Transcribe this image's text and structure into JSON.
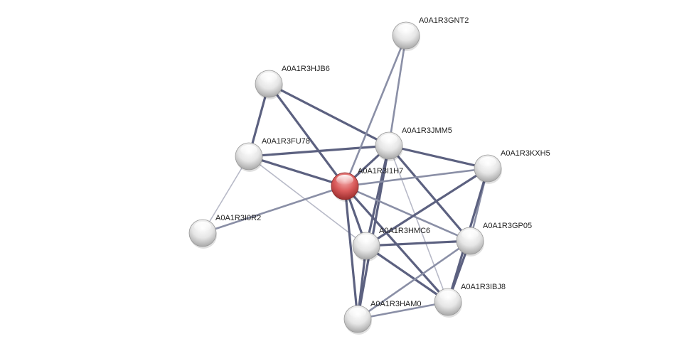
{
  "network": {
    "query_node": "A0A1R3I1H7",
    "colors": {
      "query_node": "#d94a4a",
      "other_node": "#f2f2f2",
      "edge_strong": "#5c6180",
      "edge_medium": "#8a8fa6",
      "edge_weak": "#b8bac8"
    },
    "nodes": [
      {
        "id": "A0A1R3GNT2",
        "label": "A0A1R3GNT2",
        "query": false
      },
      {
        "id": "A0A1R3HJB6",
        "label": "A0A1R3HJB6",
        "query": false
      },
      {
        "id": "A0A1R3JMM5",
        "label": "A0A1R3JMM5",
        "query": false
      },
      {
        "id": "A0A1R3FU78",
        "label": "A0A1R3FU78",
        "query": false
      },
      {
        "id": "A0A1R3KXH5",
        "label": "A0A1R3KXH5",
        "query": false
      },
      {
        "id": "A0A1R3I1H7",
        "label": "A0A1R3I1H7",
        "query": true
      },
      {
        "id": "A0A1R3I0R2",
        "label": "A0A1R3I0R2",
        "query": false
      },
      {
        "id": "A0A1R3HMC6",
        "label": "A0A1R3HMC6",
        "query": false
      },
      {
        "id": "A0A1R3GP05",
        "label": "A0A1R3GP05",
        "query": false
      },
      {
        "id": "A0A1R3IBJ8",
        "label": "A0A1R3IBJ8",
        "query": false
      },
      {
        "id": "A0A1R3HAM0",
        "label": "A0A1R3HAM0",
        "query": false
      }
    ],
    "edges": [
      {
        "source": "A0A1R3HJB6",
        "target": "A0A1R3FU78",
        "strength": "strong"
      },
      {
        "source": "A0A1R3HJB6",
        "target": "A0A1R3JMM5",
        "strength": "strong"
      },
      {
        "source": "A0A1R3HJB6",
        "target": "A0A1R3I1H7",
        "strength": "strong"
      },
      {
        "source": "A0A1R3FU78",
        "target": "A0A1R3JMM5",
        "strength": "strong"
      },
      {
        "source": "A0A1R3FU78",
        "target": "A0A1R3I1H7",
        "strength": "strong"
      },
      {
        "source": "A0A1R3FU78",
        "target": "A0A1R3I0R2",
        "strength": "weak"
      },
      {
        "source": "A0A1R3FU78",
        "target": "A0A1R3HMC6",
        "strength": "weak"
      },
      {
        "source": "A0A1R3GNT2",
        "target": "A0A1R3I1H7",
        "strength": "medium"
      },
      {
        "source": "A0A1R3GNT2",
        "target": "A0A1R3JMM5",
        "strength": "medium"
      },
      {
        "source": "A0A1R3JMM5",
        "target": "A0A1R3KXH5",
        "strength": "strong"
      },
      {
        "source": "A0A1R3JMM5",
        "target": "A0A1R3I1H7",
        "strength": "strong"
      },
      {
        "source": "A0A1R3JMM5",
        "target": "A0A1R3HMC6",
        "strength": "strong"
      },
      {
        "source": "A0A1R3JMM5",
        "target": "A0A1R3HAM0",
        "strength": "strong"
      },
      {
        "source": "A0A1R3JMM5",
        "target": "A0A1R3GP05",
        "strength": "strong"
      },
      {
        "source": "A0A1R3JMM5",
        "target": "A0A1R3IBJ8",
        "strength": "weak"
      },
      {
        "source": "A0A1R3I1H7",
        "target": "A0A1R3KXH5",
        "strength": "medium"
      },
      {
        "source": "A0A1R3I1H7",
        "target": "A0A1R3I0R2",
        "strength": "medium"
      },
      {
        "source": "A0A1R3I1H7",
        "target": "A0A1R3HMC6",
        "strength": "strong"
      },
      {
        "source": "A0A1R3I1H7",
        "target": "A0A1R3GP05",
        "strength": "medium"
      },
      {
        "source": "A0A1R3I1H7",
        "target": "A0A1R3IBJ8",
        "strength": "strong"
      },
      {
        "source": "A0A1R3I1H7",
        "target": "A0A1R3HAM0",
        "strength": "strong"
      },
      {
        "source": "A0A1R3KXH5",
        "target": "A0A1R3HMC6",
        "strength": "strong"
      },
      {
        "source": "A0A1R3KXH5",
        "target": "A0A1R3GP05",
        "strength": "medium"
      },
      {
        "source": "A0A1R3KXH5",
        "target": "A0A1R3IBJ8",
        "strength": "strong"
      },
      {
        "source": "A0A1R3HMC6",
        "target": "A0A1R3GP05",
        "strength": "strong"
      },
      {
        "source": "A0A1R3HMC6",
        "target": "A0A1R3IBJ8",
        "strength": "strong"
      },
      {
        "source": "A0A1R3HMC6",
        "target": "A0A1R3HAM0",
        "strength": "strong"
      },
      {
        "source": "A0A1R3GP05",
        "target": "A0A1R3IBJ8",
        "strength": "strong"
      },
      {
        "source": "A0A1R3GP05",
        "target": "A0A1R3HAM0",
        "strength": "medium"
      },
      {
        "source": "A0A1R3IBJ8",
        "target": "A0A1R3HAM0",
        "strength": "medium"
      }
    ]
  }
}
